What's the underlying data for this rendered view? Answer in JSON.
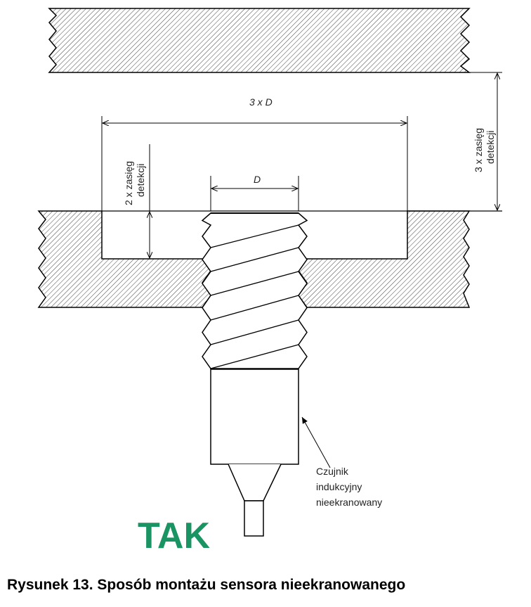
{
  "labels": {
    "width_dim": "3 x D",
    "diameter_dim": "D",
    "side_range_line1": "2 x zasięg",
    "side_range_line2": "detekcji",
    "top_range_line1": "3 x zasięg",
    "top_range_line2": "detekcji",
    "sensor_line1": "Czujnik",
    "sensor_line2": "indukcyjny",
    "sensor_line3": "nieekranowany"
  },
  "verdict": "TAK",
  "caption": "Rysunek 13. Sposób montażu sensora nieekranowanego",
  "colors": {
    "verdict": "#1a9463"
  }
}
